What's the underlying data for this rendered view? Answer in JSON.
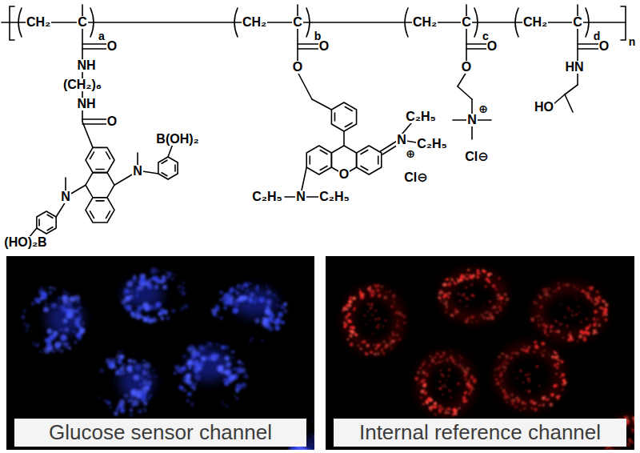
{
  "diagram": {
    "nodes": [
      {
        "text": [
          "Glucose sensor channel"
        ]
      },
      {
        "text": [
          "Internal reference channel"
        ]
      }
    ],
    "labels": [
      "CH₂",
      "C",
      "a",
      "CH₂",
      "C",
      "b",
      "CH₂",
      "C",
      "c",
      "CH₂",
      "C",
      "d",
      "n",
      "O",
      "NH",
      "(CH₂)₆",
      "NH",
      "O",
      "B(OH)₂",
      "N",
      "N",
      "(HO)₂B",
      "O",
      "O",
      "C₂H₅",
      "N",
      "C₂H₅",
      "⊕",
      "O",
      "Cl⊖",
      "C₂H₅",
      "N",
      "C₂H₅",
      "O",
      "O",
      "⊕",
      "N",
      "Cl⊖",
      "O",
      "HN",
      "HO"
    ]
  }
}
